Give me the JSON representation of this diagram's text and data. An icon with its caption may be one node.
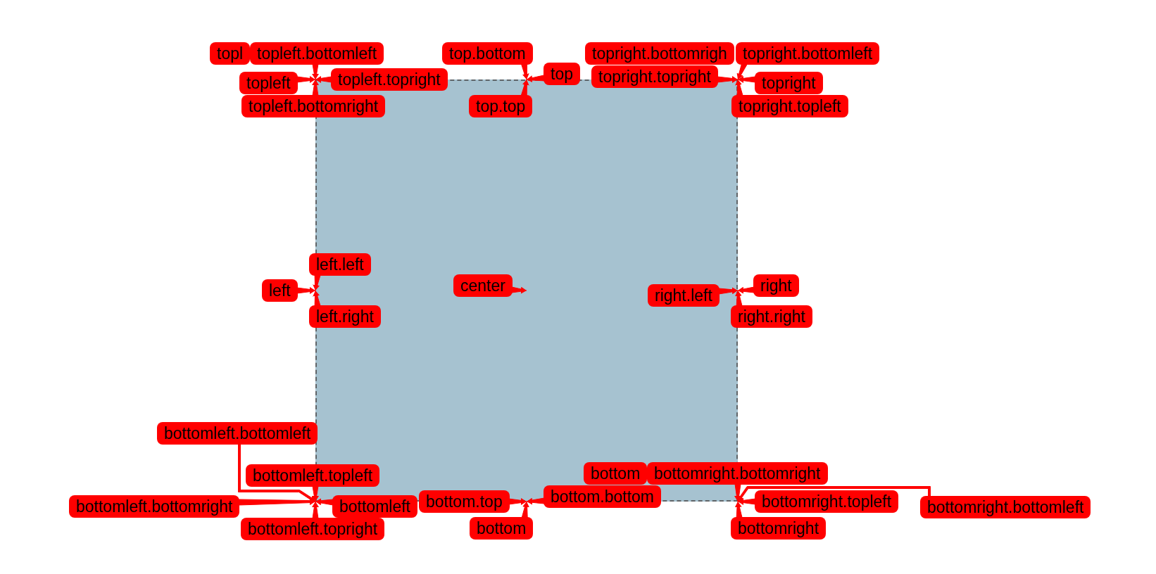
{
  "diagram": {
    "nodes": [
      {
        "text": [],
        "shape": "box"
      },
      {
        "text": [
          "topl"
        ]
      },
      {
        "text": [
          "topleft.bottomleft"
        ]
      },
      {
        "text": [
          "top.bottom"
        ]
      },
      {
        "text": [
          "topright.bottomrigh"
        ]
      },
      {
        "text": [
          "topright.bottomleft"
        ]
      },
      {
        "text": [
          "topleft"
        ]
      },
      {
        "text": [
          "topleft.topright"
        ]
      },
      {
        "text": [
          "top"
        ]
      },
      {
        "text": [
          "topright.topright"
        ]
      },
      {
        "text": [
          "topright"
        ]
      },
      {
        "text": [
          "topleft.bottomright"
        ]
      },
      {
        "text": [
          "top.top"
        ],
        "in": 0
      },
      {
        "text": [
          "topright.topleft"
        ]
      },
      {
        "text": [
          "left.left"
        ]
      },
      {
        "text": [
          "left"
        ]
      },
      {
        "text": [
          "center"
        ],
        "in": 0
      },
      {
        "text": [
          "right.left"
        ],
        "in": 0
      },
      {
        "text": [
          "right"
        ]
      },
      {
        "text": [
          "left.right"
        ]
      },
      {
        "text": [
          "right.right"
        ]
      },
      {
        "text": [
          "bottomleft.bottomleft"
        ]
      },
      {
        "text": [
          "bottomleft.topleft"
        ]
      },
      {
        "text": [
          "bottom"
        ],
        "in": 0
      },
      {
        "text": [
          "bottomright.bottomright"
        ]
      },
      {
        "text": [
          "bottomleft.bottomright"
        ]
      },
      {
        "text": [
          "bottomleft"
        ]
      },
      {
        "text": [
          "bottom.top"
        ]
      },
      {
        "text": [
          "bottom.bottom"
        ]
      },
      {
        "text": [
          "bottomright.topleft"
        ]
      },
      {
        "text": [
          "bottomright.bottomleft"
        ]
      },
      {
        "text": [
          "bottomleft.topright"
        ]
      },
      {
        "text": [
          "bottom"
        ]
      },
      {
        "text": [
          "bottomright"
        ]
      }
    ],
    "edges": [
      {
        "from": 2,
        "to": 0,
        "arrow": "to"
      },
      {
        "from": 3,
        "to": 0,
        "arrow": "to"
      },
      {
        "from": 5,
        "to": 0,
        "arrow": "to"
      },
      {
        "from": 6,
        "to": 0,
        "arrow": "to"
      },
      {
        "from": 7,
        "to": 0,
        "arrow": "to"
      },
      {
        "from": 8,
        "to": 0,
        "arrow": "to"
      },
      {
        "from": 9,
        "to": 0,
        "arrow": "to"
      },
      {
        "from": 10,
        "to": 0,
        "arrow": "to"
      },
      {
        "from": 11,
        "to": 0,
        "arrow": "to"
      },
      {
        "from": 12,
        "to": 0,
        "arrow": "to"
      },
      {
        "from": 13,
        "to": 0,
        "arrow": "to"
      },
      {
        "from": 14,
        "to": 0,
        "arrow": "to"
      },
      {
        "from": 15,
        "to": 0,
        "arrow": "to"
      },
      {
        "from": 16,
        "to": null,
        "arrow": "to"
      },
      {
        "from": 17,
        "to": 0,
        "arrow": "to"
      },
      {
        "from": 18,
        "to": 0,
        "arrow": "to"
      },
      {
        "from": 19,
        "to": 0,
        "arrow": "to"
      },
      {
        "from": 20,
        "to": 0,
        "arrow": "to"
      },
      {
        "from": 21,
        "to": 0,
        "arrow": "to"
      },
      {
        "from": 22,
        "to": 0,
        "arrow": "to"
      },
      {
        "from": 24,
        "to": 0,
        "arrow": "to"
      },
      {
        "from": 25,
        "to": 0,
        "arrow": "to"
      },
      {
        "from": 26,
        "to": 0,
        "arrow": "to"
      },
      {
        "from": 27,
        "to": 0,
        "arrow": "to"
      },
      {
        "from": 28,
        "to": 0,
        "arrow": "to"
      },
      {
        "from": 29,
        "to": 0,
        "arrow": "to"
      },
      {
        "from": 30,
        "to": 0,
        "arrow": "to"
      },
      {
        "from": 31,
        "to": 0,
        "arrow": "to"
      },
      {
        "from": 32,
        "to": 0,
        "arrow": "to"
      },
      {
        "from": 33,
        "to": 0,
        "arrow": "to"
      }
    ]
  }
}
